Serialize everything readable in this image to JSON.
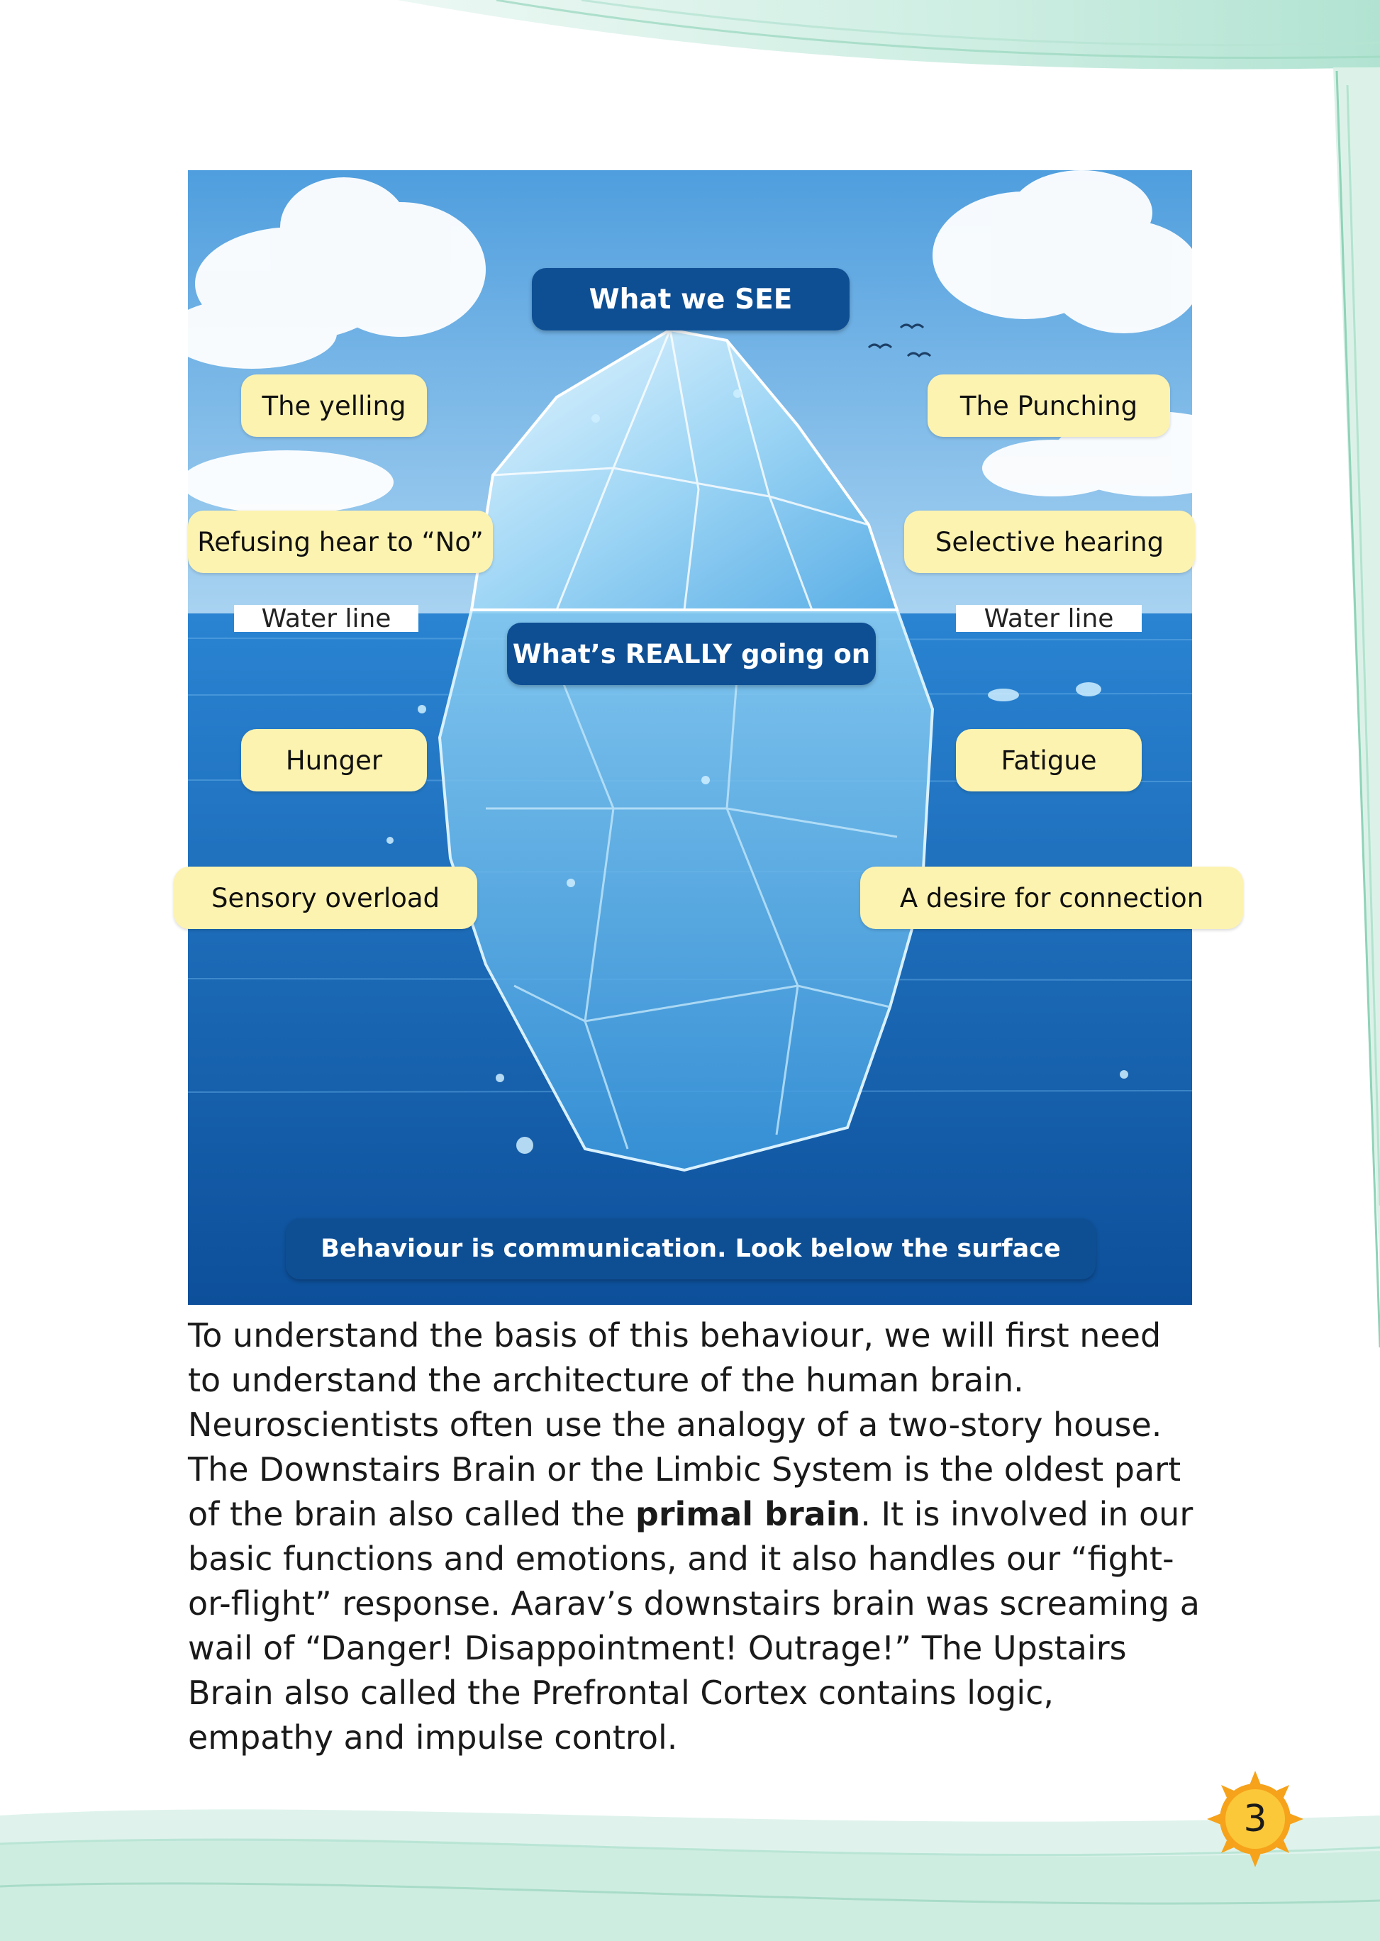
{
  "illustration": {
    "top_banner": "What we SEE",
    "above_water": {
      "left": [
        "The yelling",
        "Refusing hear to “No”"
      ],
      "right": [
        "The Punching",
        "Selective hearing"
      ]
    },
    "water_line_label": "Water line",
    "middle_banner": "What’s REALLY going on",
    "below_water": {
      "left": [
        "Hunger",
        "Sensory overload"
      ],
      "right": [
        "Fatigue",
        "A desire for connection"
      ]
    },
    "bottom_banner": "Behaviour is communication. Look below the surface"
  },
  "body": {
    "part1": "To understand the basis of this behaviour, we will first need to understand the architecture of the human brain. Neuroscientists often use the analogy of a two-story house. The Downstairs Brain or the Limbic System is the oldest part of the brain also called the ",
    "bold": "primal brain",
    "part2": ". It is involved in our basic functions and emotions, and it also handles our “fight-or-flight” response. Aarav’s downstairs brain was screaming a wail of “Danger! Disappointment! Outrage!” The Upstairs Brain also called the Prefrontal Cortex contains logic, empathy and impulse control."
  },
  "page_number": "3",
  "colors": {
    "banner": "#0e4f94",
    "pill": "#fdf3b0",
    "sun": "#f6b21a",
    "ocean": "#1a6cbf",
    "sky": "#6fb2e6"
  }
}
